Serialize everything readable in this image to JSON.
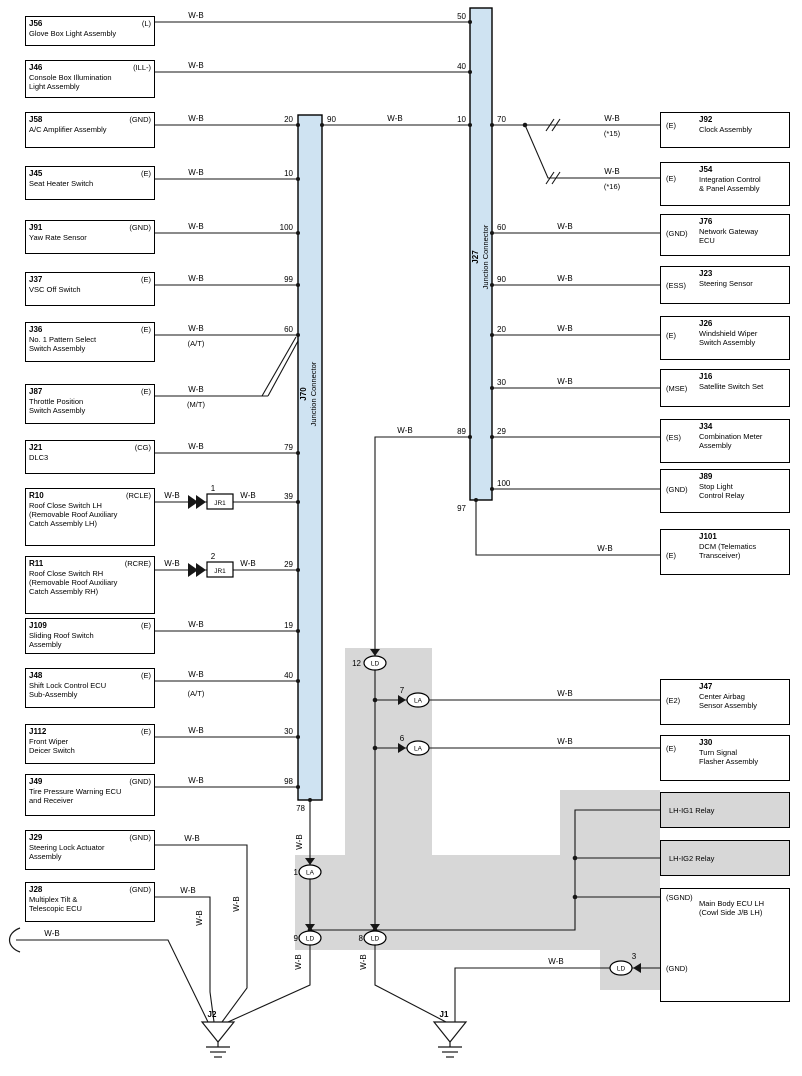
{
  "wire": {
    "label": "W-B"
  },
  "notes": {
    "at_j36": "(A/T)",
    "mt_j87": "(M/T)",
    "at_j48": "(A/T)",
    "star15": "(*15)",
    "star16": "(*16)"
  },
  "junction_connectors": {
    "j70": {
      "id": "J70",
      "name": "Junction Connector"
    },
    "j27": {
      "id": "J27",
      "name": "Junction Connector"
    }
  },
  "inline_connectors": {
    "jr1a": {
      "label": "JR1",
      "pin": "1"
    },
    "jr1b": {
      "label": "JR1",
      "pin": "2"
    },
    "la1": {
      "label": "LA",
      "num": "1"
    },
    "la6": {
      "label": "LA",
      "num": "6"
    },
    "la7": {
      "label": "LA",
      "num": "7"
    },
    "ld3": {
      "label": "LD",
      "num": "3"
    },
    "ld8": {
      "label": "LD",
      "num": "8"
    },
    "ld9": {
      "label": "LD",
      "num": "9"
    },
    "ld12": {
      "label": "LD",
      "num": "12"
    }
  },
  "grounds": {
    "j1": "J1",
    "j2": "J2"
  },
  "pins": {
    "j70": {
      "p20": "20",
      "p10": "10",
      "p100": "100",
      "p99": "99",
      "p60": "60",
      "p79": "79",
      "p39": "39",
      "p29": "29",
      "p19": "19",
      "p40": "40",
      "p30": "30",
      "p98": "98",
      "p90": "90",
      "p78": "78"
    },
    "j27": {
      "p50": "50",
      "p40": "40",
      "p10": "10",
      "p89": "89",
      "p97": "97",
      "p70": "70",
      "p60": "60",
      "p90": "90",
      "p20": "20",
      "p30": "30",
      "p29": "29",
      "p100": "100"
    }
  },
  "left_components": [
    {
      "id": "J56",
      "terminal": "(L)",
      "line1": "Glove Box Light Assembly"
    },
    {
      "id": "J46",
      "terminal": "(ILL-)",
      "line1": "Console Box Illumination",
      "line2": "Light Assembly"
    },
    {
      "id": "J58",
      "terminal": "(GND)",
      "line1": "A/C Amplifier Assembly"
    },
    {
      "id": "J45",
      "terminal": "(E)",
      "line1": "Seat Heater Switch"
    },
    {
      "id": "J91",
      "terminal": "(GND)",
      "line1": "Yaw Rate Sensor"
    },
    {
      "id": "J37",
      "terminal": "(E)",
      "line1": "VSC Off Switch"
    },
    {
      "id": "J36",
      "terminal": "(E)",
      "line1": "No. 1 Pattern Select",
      "line2": "Switch Assembly"
    },
    {
      "id": "J87",
      "terminal": "(E)",
      "line1": "Throttle Position",
      "line2": "Switch Assembly"
    },
    {
      "id": "J21",
      "terminal": "(CG)",
      "line1": "DLC3"
    },
    {
      "id": "R10",
      "terminal": "(RCLE)",
      "line1": "Roof Close Switch LH",
      "line2": "(Removable Roof Auxiliary",
      "line3": "Catch Assembly LH)"
    },
    {
      "id": "R11",
      "terminal": "(RCRE)",
      "line1": "Roof Close Switch RH",
      "line2": "(Removable Roof Auxiliary",
      "line3": "Catch Assembly RH)"
    },
    {
      "id": "J109",
      "terminal": "(E)",
      "line1": "Sliding Roof Switch",
      "line2": "Assembly"
    },
    {
      "id": "J48",
      "terminal": "(E)",
      "line1": "Shift Lock Control ECU",
      "line2": "Sub-Assembly"
    },
    {
      "id": "J112",
      "terminal": "(E)",
      "line1": "Front Wiper",
      "line2": "Deicer Switch"
    },
    {
      "id": "J49",
      "terminal": "(GND)",
      "line1": "Tire Pressure Warning ECU",
      "line2": "and Receiver"
    },
    {
      "id": "J29",
      "terminal": "(GND)",
      "line1": "Steering Lock Actuator",
      "line2": "Assembly"
    },
    {
      "id": "J28",
      "terminal": "(GND)",
      "line1": "Multiplex Tilt &",
      "line2": "Telescopic ECU"
    }
  ],
  "right_components": [
    {
      "id": "J92",
      "terminal": "(E)",
      "line1": "Clock Assembly"
    },
    {
      "id": "J54",
      "terminal": "(E)",
      "line1": "Integration Control",
      "line2": "& Panel Assembly"
    },
    {
      "id": "J76",
      "terminal": "(GND)",
      "line1": "Network Gateway",
      "line2": "ECU"
    },
    {
      "id": "J23",
      "terminal": "(ESS)",
      "line1": "Steering Sensor"
    },
    {
      "id": "J26",
      "terminal": "(E)",
      "line1": "Windshield Wiper",
      "line2": "Switch Assembly"
    },
    {
      "id": "J16",
      "terminal": "(MSE)",
      "line1": "Satellite Switch Set"
    },
    {
      "id": "J34",
      "terminal": "(ES)",
      "line1": "Combination Meter",
      "line2": "Assembly"
    },
    {
      "id": "J89",
      "terminal": "(GND)",
      "line1": "Stop Light",
      "line2": "Control Relay"
    },
    {
      "id": "J101",
      "terminal": "(E)",
      "line1": "DCM (Telematics",
      "line2": "Transceiver)"
    },
    {
      "id": "J47",
      "terminal": "(E2)",
      "line1": "Center Airbag",
      "line2": "Sensor Assembly"
    },
    {
      "id": "J30",
      "terminal": "(E)",
      "line1": "Turn Signal",
      "line2": "Flasher Assembly"
    }
  ],
  "relays": [
    {
      "name": "LH-IG1 Relay"
    },
    {
      "name": "LH-IG2 Relay"
    }
  ],
  "main_body_ecu": {
    "line1": "Main Body ECU LH",
    "line2": "(Cowl Side J/B LH)",
    "terminal_top": "(SGND)",
    "terminal_bottom": "(GND)"
  }
}
